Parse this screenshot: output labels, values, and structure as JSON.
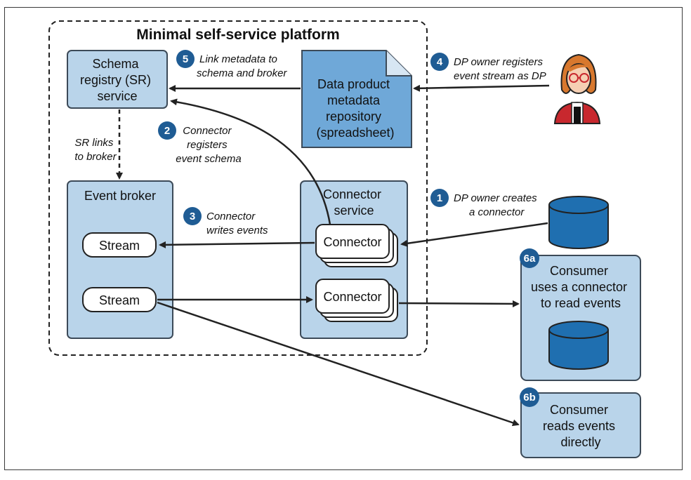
{
  "platform_title": "Minimal self-service platform",
  "schema_registry": {
    "lines": [
      "Schema",
      "registry (SR)",
      "service"
    ]
  },
  "metadata_repo": {
    "lines": [
      "Data product",
      "metadata",
      "repository",
      "(spreadsheet)"
    ]
  },
  "event_broker": {
    "title": "Event broker",
    "streams": [
      "Stream",
      "Stream"
    ]
  },
  "connector_service": {
    "lines": [
      "Connector",
      "service"
    ],
    "connectors": [
      "Connector",
      "Connector"
    ]
  },
  "consumer_a": {
    "badge": "6a",
    "lines": [
      "Consumer",
      "uses a connector",
      "to read events"
    ]
  },
  "consumer_b": {
    "badge": "6b",
    "lines": [
      "Consumer",
      "reads events",
      "directly"
    ]
  },
  "steps": {
    "s1": {
      "badge": "1",
      "lines": [
        "DP owner creates",
        "a connector"
      ]
    },
    "s2": {
      "badge": "2",
      "lines": [
        "Connector",
        "registers",
        "event schema"
      ]
    },
    "s3": {
      "badge": "3",
      "lines": [
        "Connector",
        "writes events"
      ]
    },
    "s4": {
      "badge": "4",
      "lines": [
        "DP owner registers",
        "event stream as DP"
      ]
    },
    "s5": {
      "badge": "5",
      "lines": [
        "Link metadata to",
        "schema and broker"
      ]
    },
    "sr_link": {
      "lines": [
        "SR links",
        "to broker"
      ]
    }
  },
  "icons": [
    "person-icon",
    "database-icon"
  ],
  "colors": {
    "box_fill": "#b9d4ea",
    "box_stroke": "#3c4a58",
    "badge": "#1f5c94",
    "cylinder": "#1f6fb0",
    "person_jacket": "#c8282e",
    "person_hair": "#d8782e"
  }
}
